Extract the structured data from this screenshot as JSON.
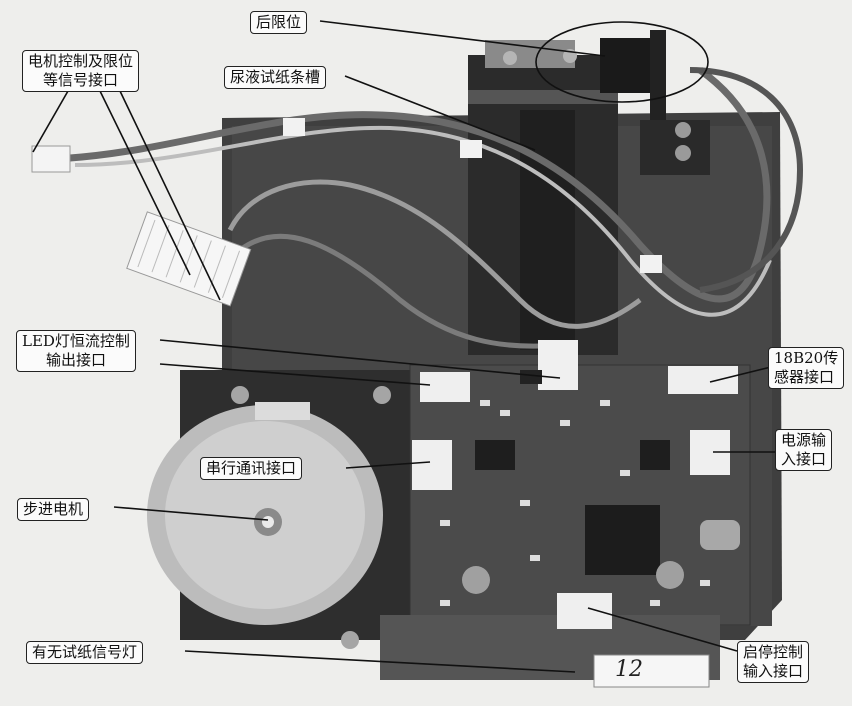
{
  "labels": {
    "rear_limit": "后限位",
    "motor_signal_interface": [
      "电机控制及限位",
      "等信号接口"
    ],
    "urine_strip_slot": "尿液试纸条槽",
    "led_driver_output": [
      "LED灯恒流控制",
      "输出接口"
    ],
    "sensor_interface": [
      "18B20传",
      "感器接口"
    ],
    "power_input": [
      "电源输",
      "入接口"
    ],
    "serial_port": "串行通讯接口",
    "stepper_motor": "步进电机",
    "strip_presence_light": "有无试纸信号灯",
    "start_stop_input": [
      "启停控制",
      "输入接口"
    ]
  },
  "tape_label": "12",
  "colors": {
    "background": "#eeeeec",
    "plate": "#3e3e3e",
    "pcb": "#4a4a4a",
    "motor": "#c8c8c8",
    "label_border": "#222222"
  }
}
